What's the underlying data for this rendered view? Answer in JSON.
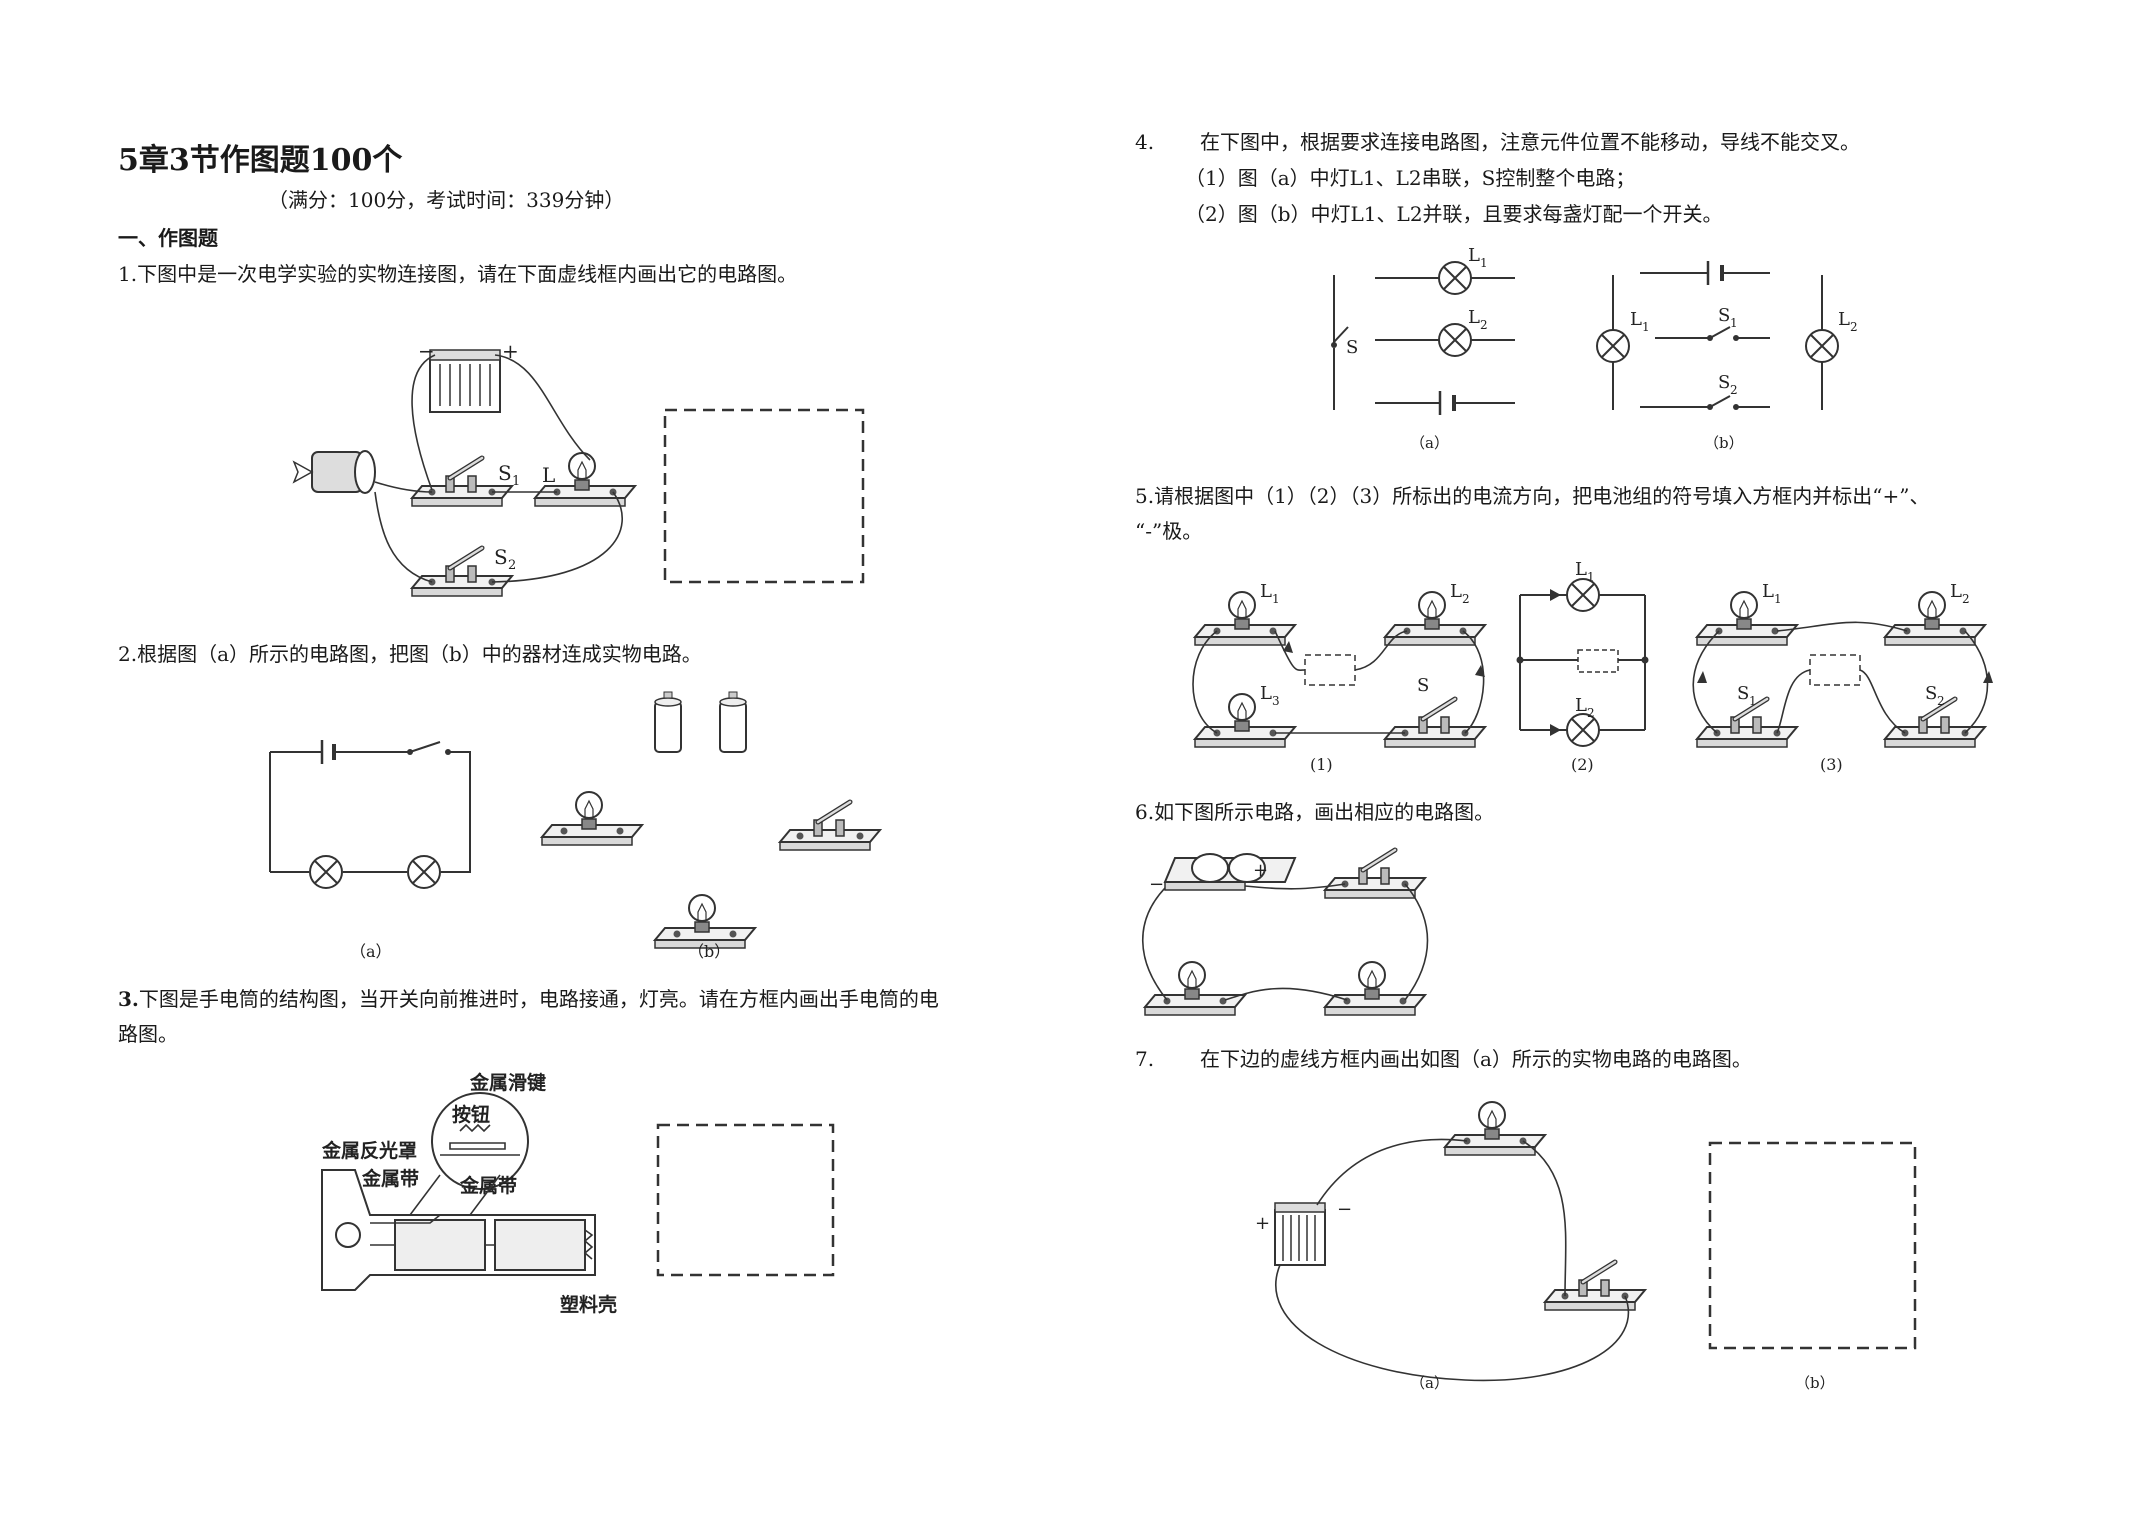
{
  "title": "5章3节作图题100个",
  "subtitle": "（满分：100分，考试时间：339分钟）",
  "section": "一、作图题",
  "q1": {
    "text": "1.下图中是一次电学实验的实物连接图，请在下面虚线框内画出它的电路图。",
    "labels": {
      "minus": "−",
      "plus": "+",
      "s1": "S",
      "s1_sub": "1",
      "l": "L",
      "s2": "S",
      "s2_sub": "2"
    }
  },
  "q2": {
    "text": "2.根据图（a）所示的电路图，把图（b）中的器材连成实物电路。",
    "cap_a": "（a）",
    "cap_b": "（b）"
  },
  "q3": {
    "num": "3.",
    "text_l1": "下图是手电筒的结构图，当开关向前推进时，电路接通，灯亮。请在方框内画出手电筒的电",
    "text_l2": "路图。",
    "labels": {
      "slide_key": "金属滑键",
      "button": "按钮",
      "reflector": "金属反光罩",
      "strip1": "金属带",
      "strip2": "金属带",
      "shell": "塑料壳"
    }
  },
  "q4": {
    "num": "4.",
    "text": "在下图中，根据要求连接电路图，注意元件位置不能移动，导线不能交叉。",
    "req1": "（1）图（a）中灯L1、L2串联，S控制整个电路；",
    "req2": "（2）图（b）中灯L1、L2并联，且要求每盏灯配一个开关。",
    "labels": {
      "l": "L",
      "sub1": "1",
      "sub2": "2",
      "s": "S"
    },
    "cap_a": "（a）",
    "cap_b": "（b）"
  },
  "q5": {
    "text_l1": "5.请根据图中（1）（2）（3）所标出的电流方向，把电池组的符号填入方框内并标出“+”、",
    "text_l2": "“-”极。",
    "labels": {
      "l": "L",
      "s": "S",
      "sub1": "1",
      "sub2": "2",
      "sub3": "3"
    },
    "cap_1": "(1)",
    "cap_2": "(2)",
    "cap_3": "(3)"
  },
  "q6": {
    "text": "6.如下图所示电路，画出相应的电路图。",
    "labels": {
      "minus": "−",
      "plus": "+"
    }
  },
  "q7": {
    "num": "7.",
    "text": "在下边的虚线方框内画出如图（a）所示的实物电路的电路图。",
    "labels": {
      "plus": "+",
      "minus": "−"
    },
    "cap_a": "（a）",
    "cap_b": "（b）"
  }
}
